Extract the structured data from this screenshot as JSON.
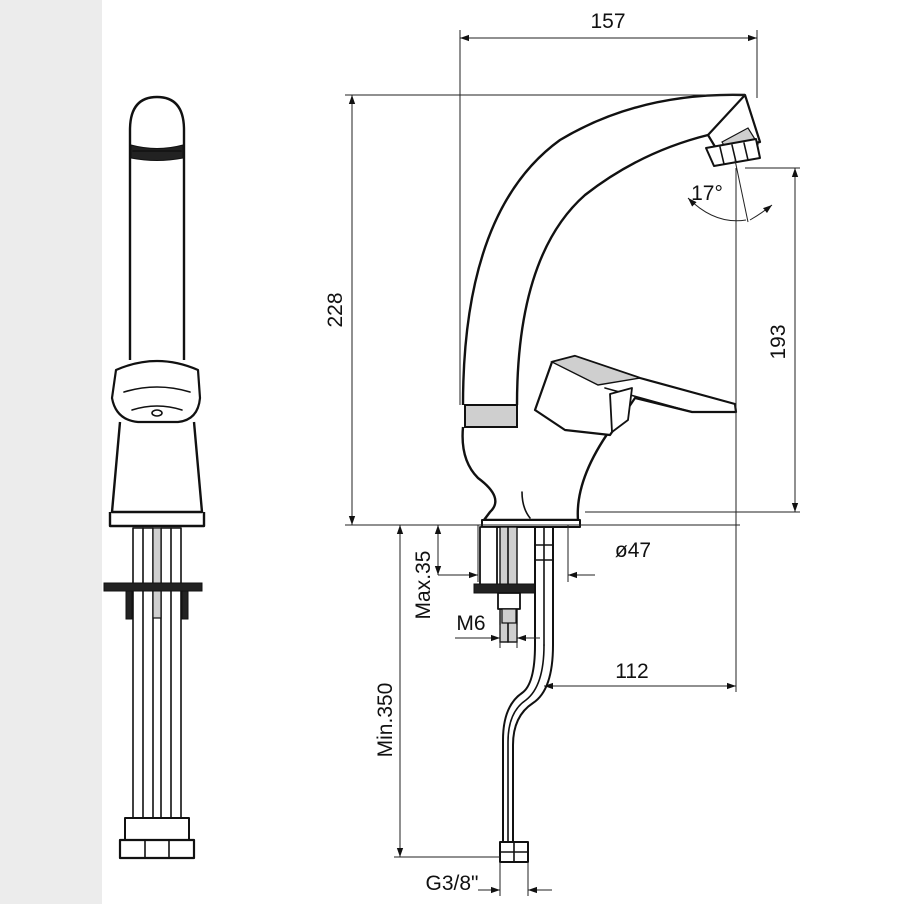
{
  "drawing": {
    "dimensions": {
      "total_width": "157",
      "total_height": "228",
      "spout_height": "193",
      "spout_angle": "17°",
      "base_diameter": "ø47",
      "max_thickness": "Max.35",
      "thread": "M6",
      "min_hose_length": "Min.350",
      "reach": "112",
      "connection": "G3/8\""
    }
  }
}
